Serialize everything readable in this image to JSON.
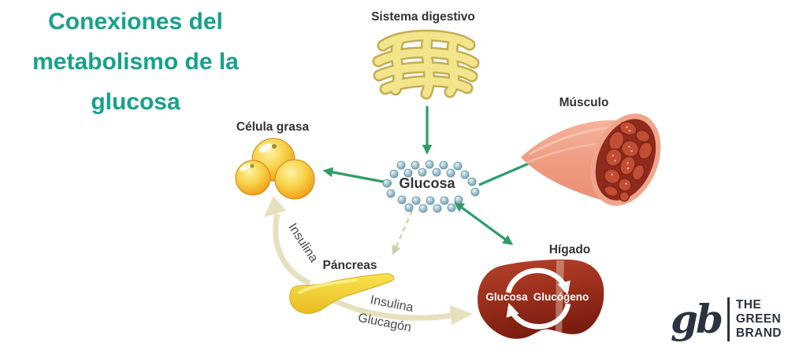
{
  "title": {
    "full": "Conexiones del metabolismo de la glucosa",
    "lines": [
      "Conexiones del",
      "metabolismo de la",
      "glucosa"
    ]
  },
  "labels": {
    "digestive": "Sistema digestivo",
    "muscle": "Músculo",
    "fat_cell": "Célula grasa",
    "glucose": "Glucosa",
    "pancreas": "Páncreas",
    "liver": "Hígado"
  },
  "liver_cycle": {
    "left": "Glucosa",
    "right": "Glucógeno"
  },
  "edge_labels": {
    "insulin_to_fat": "Insulina",
    "insulin_to_liver": "Insulina",
    "glucagon_to_liver": "Glucagón"
  },
  "logo": {
    "monogram": "gb",
    "lines": [
      "THE",
      "GREEN",
      "BRAND"
    ]
  },
  "colors": {
    "title_teal": "#17a18b",
    "arrow_green": "#2e9d68",
    "beige_arrow": "#e6e1bd",
    "dashed_beige": "#ccd2a8",
    "liver_red": "#9c2f1c",
    "muscle_red": "#c24c34",
    "fat_orange": "#f3ab22",
    "pancreas_yellow": "#f2cf35",
    "glucose_dot_blue": "#8fb6c4",
    "logo_navy": "#2b3240"
  }
}
